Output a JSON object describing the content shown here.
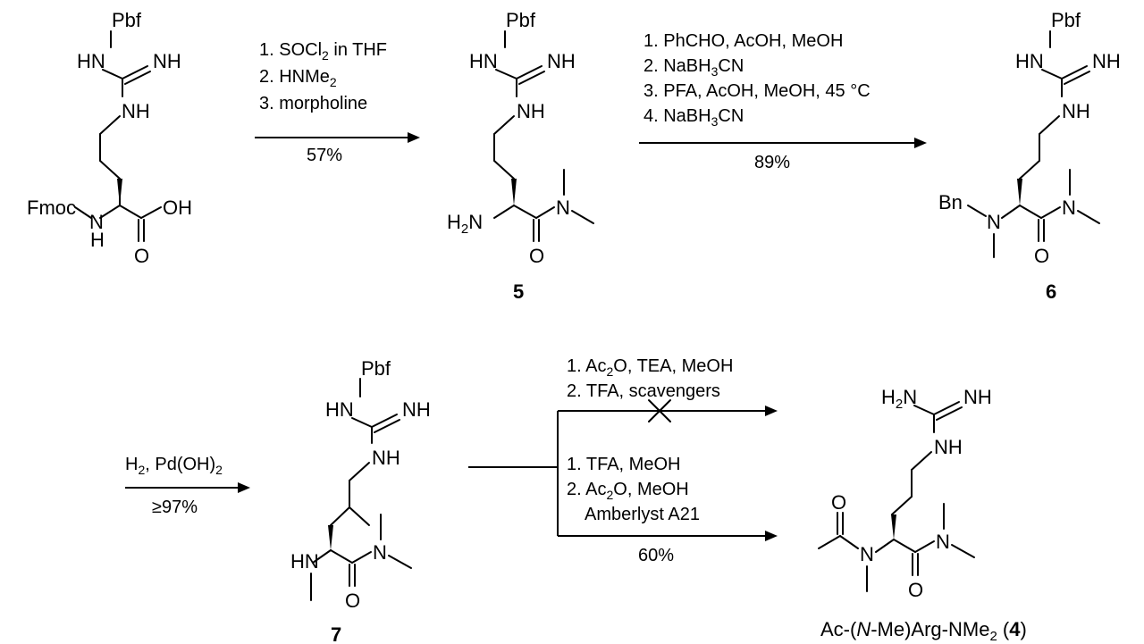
{
  "atoms": {
    "pbf": "Pbf",
    "hn": "HN",
    "nh": "NH",
    "n": "N",
    "o": "O",
    "h": "H",
    "oh": "OH",
    "fmoc": "Fmoc",
    "bn": "Bn",
    "h2": "H",
    "sub2": "2",
    "nh_left": "HN"
  },
  "step1": {
    "c1a": "1. SOCl",
    "c1b": "2",
    "c1c": " in THF",
    "c2a": "2. HNMe",
    "c2b": "2",
    "c3": "3. morpholine",
    "yield": "57%"
  },
  "step2": {
    "c1": "1. PhCHO, AcOH, MeOH",
    "c2a": "2. NaBH",
    "c2b": "3",
    "c2c": "CN",
    "c3": "3. PFA, AcOH, MeOH, 45 °C",
    "c4a": "4. NaBH",
    "c4b": "3",
    "c4c": "CN",
    "yield": "89%"
  },
  "step3": {
    "c1a": "H",
    "c1b": "2",
    "c1c": ", Pd(OH)",
    "c1d": "2",
    "yield": "≥97%"
  },
  "step4_fail": {
    "c1a": "1. Ac",
    "c1b": "2",
    "c1c": "O, TEA, MeOH",
    "c2": "2. TFA, scavengers"
  },
  "step4_ok": {
    "c1": "1. TFA, MeOH",
    "c2a": "2. Ac",
    "c2b": "2",
    "c2c": "O, MeOH",
    "c3": "Amberlyst A21",
    "yield": "60%"
  },
  "compounds": {
    "c5": "5",
    "c6": "6",
    "c7": "7",
    "c4_a": "Ac-(",
    "c4_b": "N",
    "c4_c": "-Me)Arg-NMe",
    "c4_d": "2",
    "c4_e": " (",
    "c4_f": "4",
    "c4_g": ")"
  }
}
